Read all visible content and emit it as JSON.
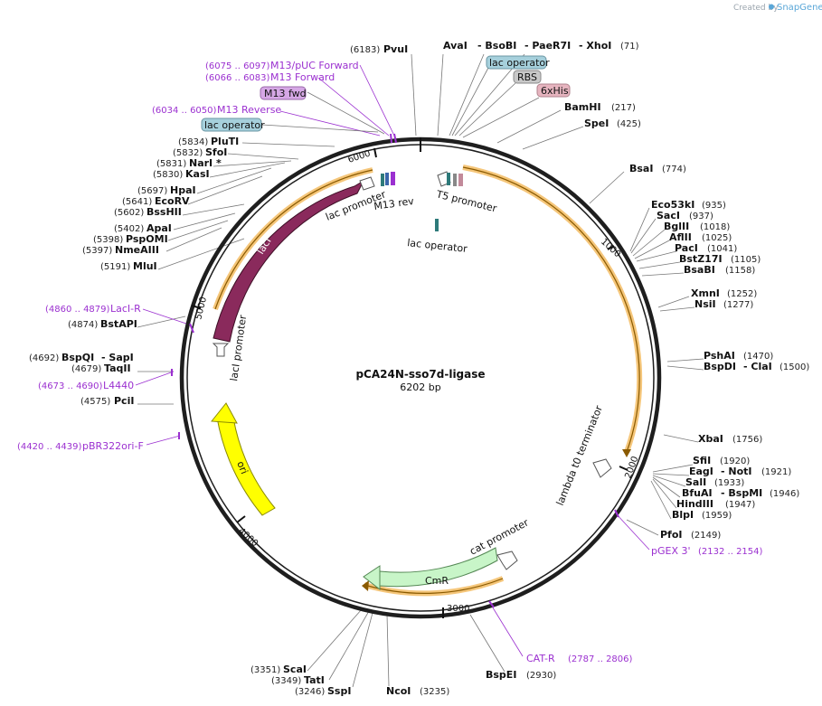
{
  "credit": {
    "prefix": "Created by",
    "brand": "SnapGene"
  },
  "plasmid": {
    "name": "pCA24N-sso7d-ligase",
    "size_label": "6202 bp"
  },
  "ticks": [
    "1000",
    "2000",
    "3000",
    "4000",
    "5000",
    "6000"
  ],
  "sites": [
    {
      "name": "PvuI",
      "pos": "(6183)"
    },
    {
      "name": "AvaI",
      "pos": ""
    },
    {
      "name": "- BsoBI",
      "pos": ""
    },
    {
      "name": "- PaeR7I",
      "pos": ""
    },
    {
      "name": "- XhoI",
      "pos": "(71)"
    },
    {
      "name": "BamHI",
      "pos": "(217)"
    },
    {
      "name": "SpeI",
      "pos": "(425)"
    },
    {
      "name": "BsaI",
      "pos": "(774)"
    },
    {
      "name": "Eco53kI",
      "pos": "(935)"
    },
    {
      "name": "SacI",
      "pos": "(937)"
    },
    {
      "name": "BglII",
      "pos": "(1018)"
    },
    {
      "name": "AflII",
      "pos": "(1025)"
    },
    {
      "name": "PacI",
      "pos": "(1041)"
    },
    {
      "name": "BstZ17I",
      "pos": "(1105)"
    },
    {
      "name": "BsaBI",
      "pos": "(1158)"
    },
    {
      "name": "XmnI",
      "pos": "(1252)"
    },
    {
      "name": "NsiI",
      "pos": "(1277)"
    },
    {
      "name": "PshAI",
      "pos": "(1470)"
    },
    {
      "name": "BspDI",
      "pos": ""
    },
    {
      "name": "- ClaI",
      "pos": "(1500)"
    },
    {
      "name": "XbaI",
      "pos": "(1756)"
    },
    {
      "name": "SfiI",
      "pos": "(1920)"
    },
    {
      "name": "EagI",
      "pos": ""
    },
    {
      "name": "- NotI",
      "pos": "(1921)"
    },
    {
      "name": "SalI",
      "pos": "(1933)"
    },
    {
      "name": "BfuAI",
      "pos": ""
    },
    {
      "name": "- BspMI",
      "pos": "(1946)"
    },
    {
      "name": "HindIII",
      "pos": "(1947)"
    },
    {
      "name": "BlpI",
      "pos": "(1959)"
    },
    {
      "name": "PfoI",
      "pos": "(2149)"
    },
    {
      "name": "BspEI",
      "pos": "(2930)"
    },
    {
      "name": "NcoI",
      "pos": "(3235)"
    },
    {
      "name": "SspI",
      "pos": "(3246)"
    },
    {
      "name": "TatI",
      "pos": "(3349)"
    },
    {
      "name": "ScaI",
      "pos": "(3351)"
    },
    {
      "name": "PciI",
      "pos": "(4575)"
    },
    {
      "name": "TaqII",
      "pos": "(4679)"
    },
    {
      "name": "BspQI",
      "pos": "(4692)"
    },
    {
      "name": "- SapI",
      "pos": ""
    },
    {
      "name": "BstAPI",
      "pos": "(4874)"
    },
    {
      "name": "MluI",
      "pos": "(5191)"
    },
    {
      "name": "NmeAIII",
      "pos": "(5397)"
    },
    {
      "name": "PspOMI",
      "pos": "(5398)"
    },
    {
      "name": "ApaI",
      "pos": "(5402)"
    },
    {
      "name": "BssHII",
      "pos": "(5602)"
    },
    {
      "name": "EcoRV",
      "pos": "(5641)"
    },
    {
      "name": "HpaI",
      "pos": "(5697)"
    },
    {
      "name": "KasI",
      "pos": "(5830)"
    },
    {
      "name": "NarI *",
      "pos": "(5831)"
    },
    {
      "name": "SfoI",
      "pos": "(5832)"
    },
    {
      "name": "PluTI",
      "pos": "(5834)"
    }
  ],
  "primers": [
    {
      "name": "M13/pUC Forward",
      "range": "(6075 .. 6097)"
    },
    {
      "name": "M13 Forward",
      "range": "(6066 .. 6083)"
    },
    {
      "name": "M13 Reverse",
      "range": "(6034 .. 6050)"
    },
    {
      "name": "LacI-R",
      "range": "(4860 .. 4879)"
    },
    {
      "name": "L4440",
      "range": "(4673 .. 4690)"
    },
    {
      "name": "pBR322ori-F",
      "range": "(4420 .. 4439)"
    },
    {
      "name": "pGEX 3'",
      "range": "(2132 .. 2154)"
    },
    {
      "name": "CAT-R",
      "range": "(2787 .. 2806)"
    }
  ],
  "boxed_labels": [
    {
      "name": "lac operator",
      "fill": "#a6d0dc"
    },
    {
      "name": "RBS",
      "fill": "#c8c8c8"
    },
    {
      "name": "6xHis",
      "fill": "#e6b4bf"
    },
    {
      "name": "M13 fwd",
      "fill": "#d6a8e6"
    },
    {
      "name": "lac operator",
      "fill": "#a6d0dc"
    }
  ],
  "features": [
    {
      "name": "lacI",
      "color": "#8a2a5c"
    },
    {
      "name": "lacI promoter",
      "color": "#ffffff"
    },
    {
      "name": "ori",
      "color": "#ffff00"
    },
    {
      "name": "CmR",
      "color": "#c8f5c8"
    },
    {
      "name": "cat promoter",
      "color": "#ffffff"
    },
    {
      "name": "lambda t0 terminator",
      "color": "#ffffff"
    },
    {
      "name": "lac promoter",
      "color": "#ffffff"
    },
    {
      "name": "M13 rev",
      "color": "#ffffff"
    },
    {
      "name": "T5 promoter",
      "color": "#ffffff"
    },
    {
      "name": "lac operator",
      "color": "#2e7a7a"
    }
  ],
  "colors": {
    "primer": "#9b30d0",
    "orf_band": "#f5c67a",
    "orf_line": "#8a5a00",
    "backbone": "#222222"
  }
}
